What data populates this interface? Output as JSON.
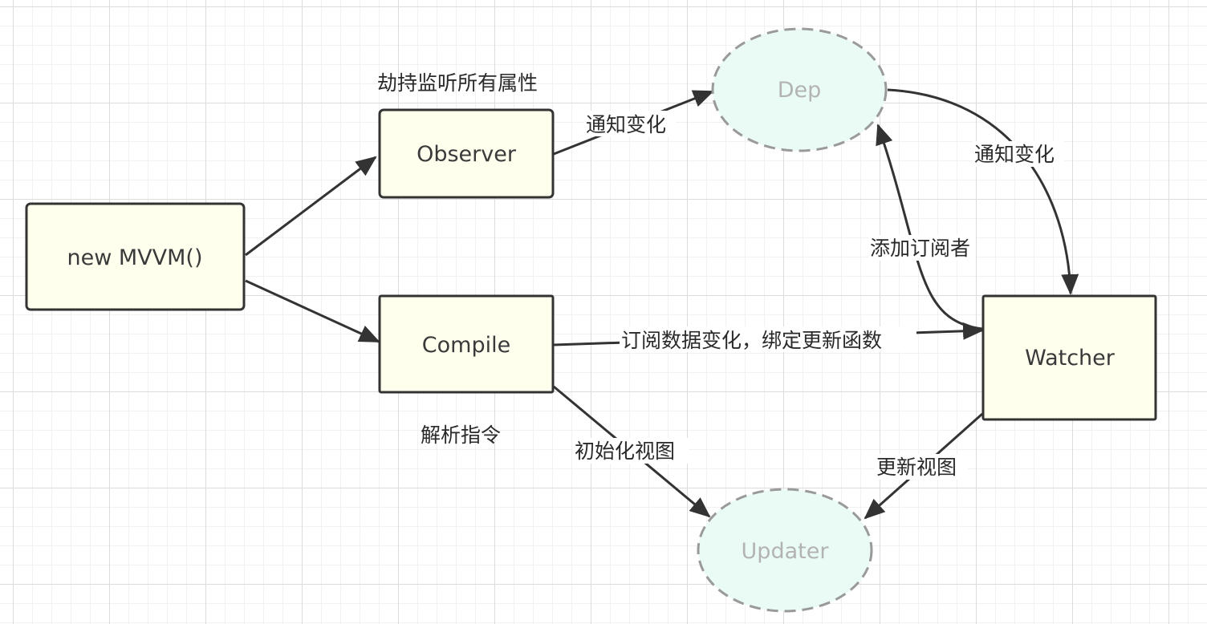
{
  "nodes": {
    "new_mvvm": "new MVVM()",
    "observer": "Observer",
    "compile": "Compile",
    "dep": "Dep",
    "watcher": "Watcher",
    "updater": "Updater"
  },
  "annotations": {
    "observer_caption": "劫持监听所有属性",
    "compile_caption": "解析指令"
  },
  "edge_labels": {
    "observer_to_dep": "通知变化",
    "dep_to_watcher": "通知变化",
    "watcher_to_dep": "添加订阅者",
    "compile_to_watcher": "订阅数据变化，绑定更新函数",
    "compile_to_updater": "初始化视图",
    "watcher_to_updater": "更新视图"
  },
  "colors": {
    "box_fill": "#ffffee",
    "ellipse_fill": "#e9fbf4",
    "stroke": "#333333",
    "ellipse_text": "#b3b3b3"
  }
}
